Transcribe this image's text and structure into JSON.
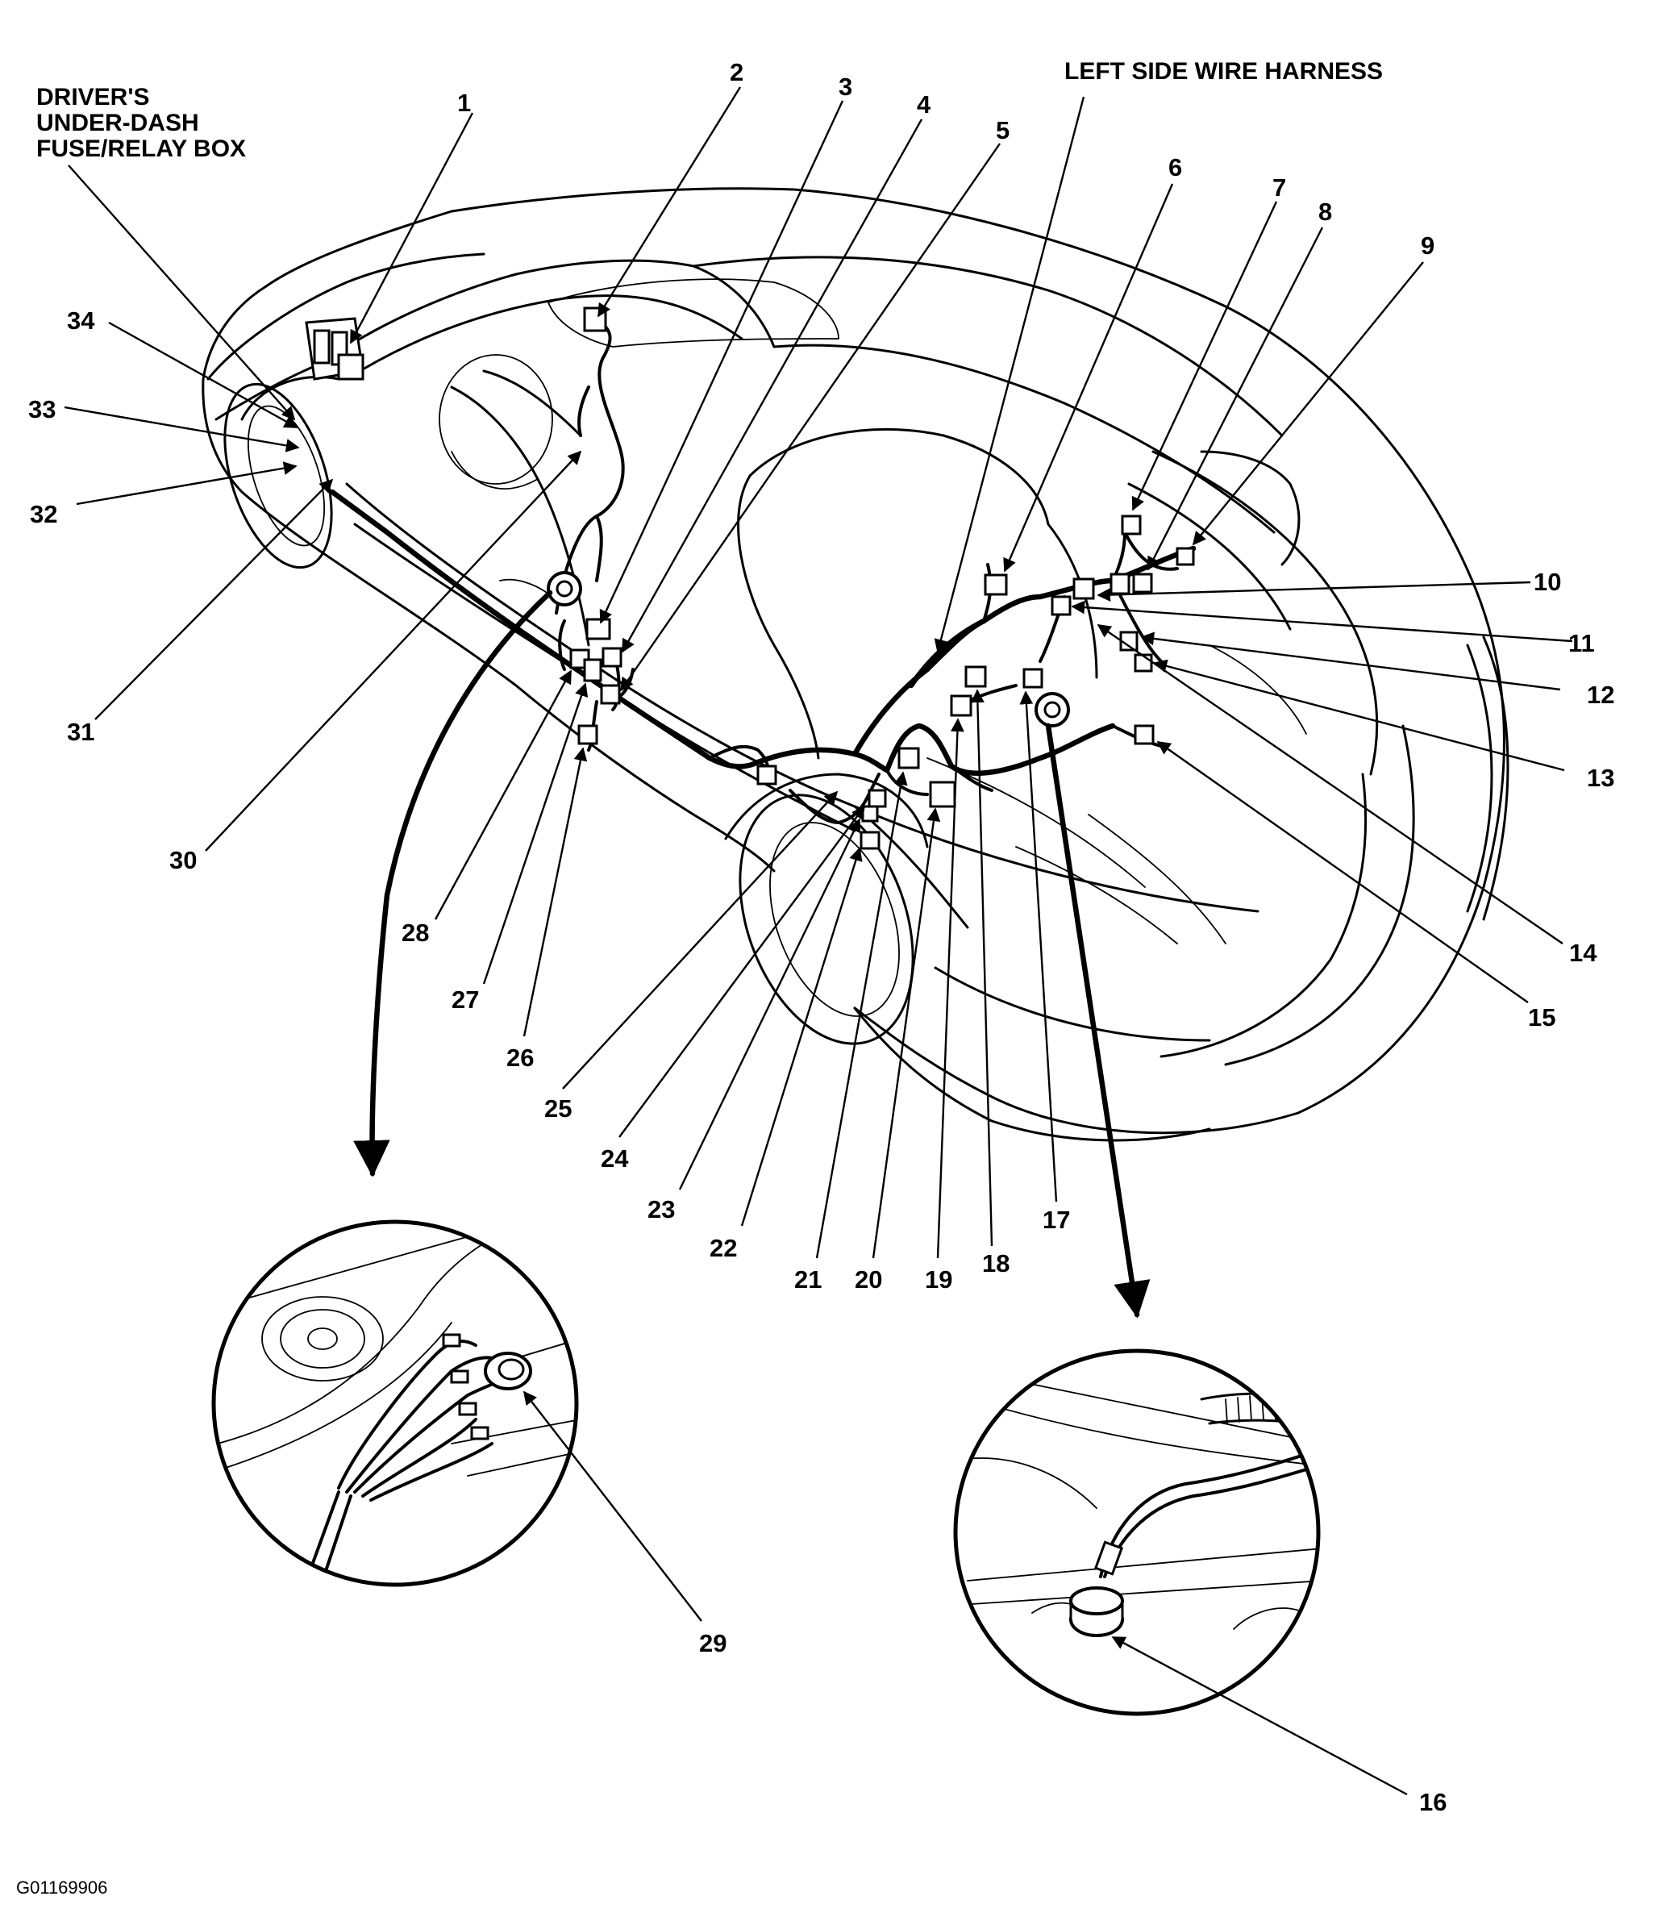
{
  "titles": {
    "fuse_box_line1": "DRIVER'S",
    "fuse_box_line2": "UNDER-DASH",
    "fuse_box_line3": "FUSE/RELAY BOX",
    "harness": "LEFT SIDE WIRE HARNESS"
  },
  "callouts": {
    "n1": "1",
    "n2": "2",
    "n3": "3",
    "n4": "4",
    "n5": "5",
    "n6": "6",
    "n7": "7",
    "n8": "8",
    "n9": "9",
    "n10": "10",
    "n11": "11",
    "n12": "12",
    "n13": "13",
    "n14": "14",
    "n15": "15",
    "n16": "16",
    "n17": "17",
    "n18": "18",
    "n19": "19",
    "n20": "20",
    "n21": "21",
    "n22": "22",
    "n23": "23",
    "n24": "24",
    "n25": "25",
    "n26": "26",
    "n27": "27",
    "n28": "28",
    "n29": "29",
    "n30": "30",
    "n31": "31",
    "n32": "32",
    "n33": "33",
    "n34": "34"
  },
  "figure_code": "G01169906"
}
